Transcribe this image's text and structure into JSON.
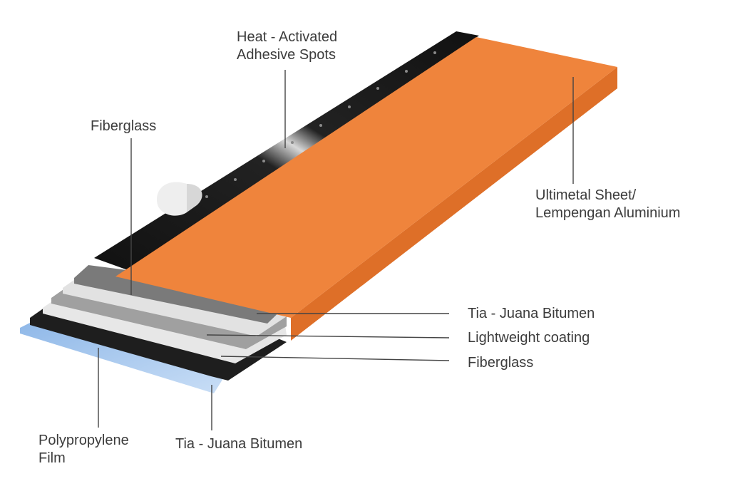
{
  "colors": {
    "aluminium_sheet": "#ef843c",
    "aluminium_side": "#e0702a",
    "adhesive_strip": "#1b1b1b",
    "bitumen_top": "#7c7c7c",
    "fiberglass": "#e4e4e4",
    "lightweight_coating": "#9a9a9a",
    "bitumen_bottom": "#1e1e1e",
    "polypropylene_film": "#a9c9ee",
    "leader_line": "#444444",
    "label_text": "#3c3c3c"
  },
  "labels": {
    "heat_adhesive": [
      "Heat - Activated",
      "Adhesive Spots"
    ],
    "fiberglass_top": "Fiberglass",
    "aluminium": [
      "Ultimetal Sheet/",
      "Lempengan Aluminium"
    ],
    "bitumen_top": "Tia - Juana Bitumen",
    "lightweight_coating": "Lightweight coating",
    "fiberglass_right": "Fiberglass",
    "polypropylene": [
      "Polypropylene",
      "Film"
    ],
    "bitumen_bottom": "Tia - Juana Bitumen"
  }
}
